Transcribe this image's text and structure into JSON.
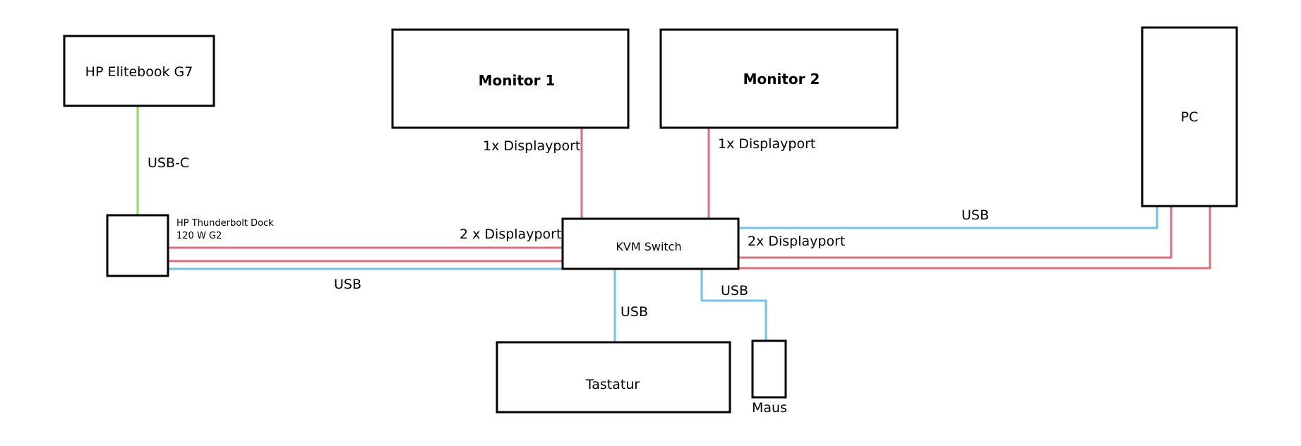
{
  "colors": {
    "displayport_line": "#e06c7d",
    "usb_line": "#71c3e8",
    "usbc_line": "#8fdc5c",
    "box_stroke": "#000000"
  },
  "nodes": {
    "laptop": "HP Elitebook G7",
    "monitor1": "Monitor 1",
    "monitor2": "Monitor 2",
    "pc": "PC",
    "dock_line1": "HP Thunderbolt Dock",
    "dock_line2": "120 W G2",
    "kvm": "KVM Switch",
    "keyboard": "Tastatur",
    "mouse": "Maus"
  },
  "connections": {
    "laptop_dock": "USB-C",
    "monitor1_kvm": "1x Displayport",
    "monitor2_kvm": "1x Displayport",
    "dock_kvm_dp": "2 x Displayport",
    "dock_kvm_usb": "USB",
    "kvm_pc_usb": "USB",
    "kvm_pc_dp": "2x Displayport",
    "kvm_keyboard": "USB",
    "kvm_mouse": "USB"
  }
}
